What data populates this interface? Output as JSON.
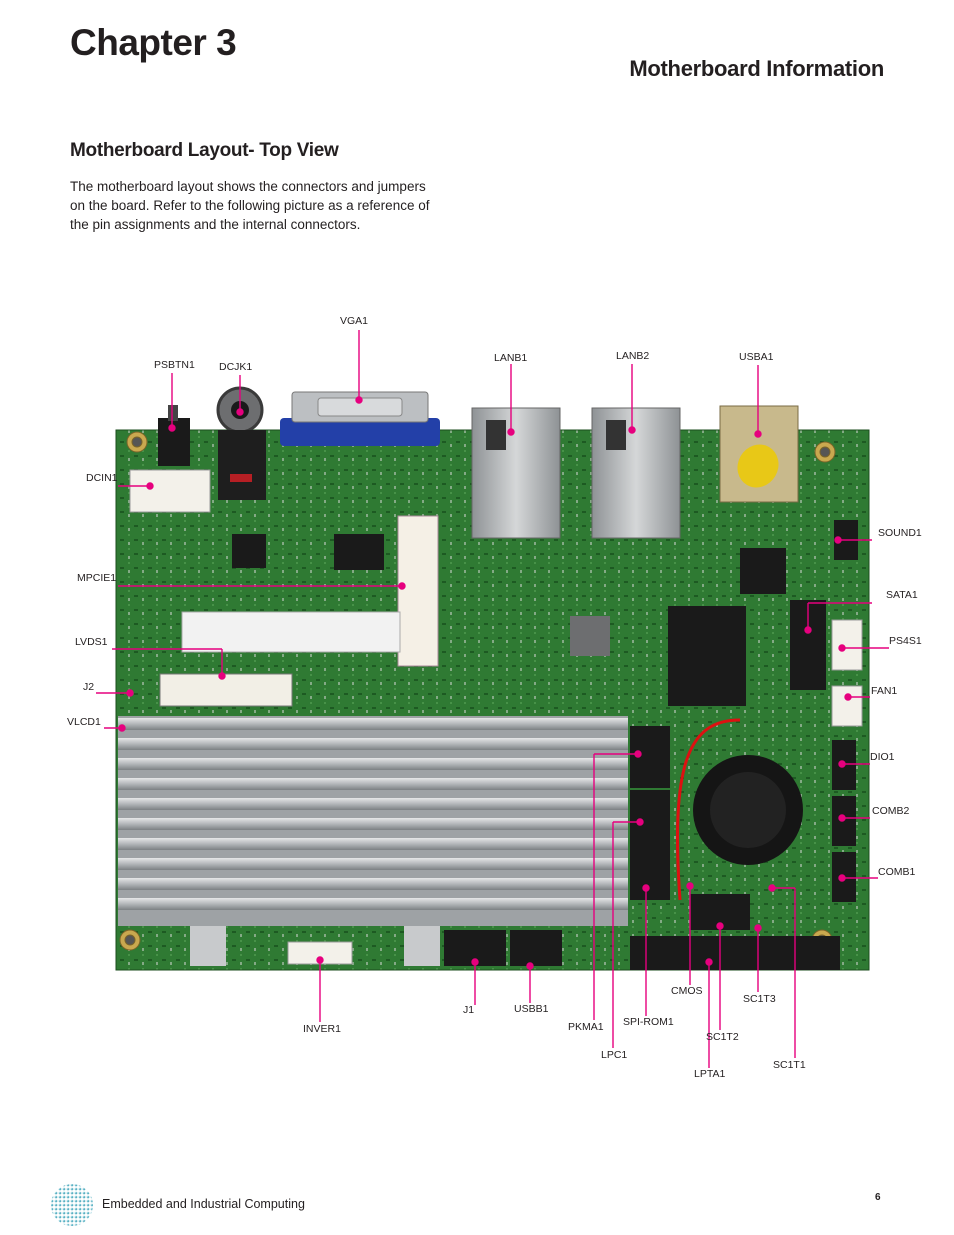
{
  "header": {
    "chapter": "Chapter 3",
    "section_title": "Motherboard Information"
  },
  "content": {
    "subheading": "Motherboard Layout- Top View",
    "paragraph": "The motherboard layout shows the connectors and jumpers on the board. Refer to the following picture as a reference of the pin assignments and the internal connectors."
  },
  "labels": {
    "vga1": "VGA1",
    "psbtn1": "PSBTN1",
    "dcjk1": "DCJK1",
    "lanb1": "LANB1",
    "lanb2": "LANB2",
    "usba1": "USBA1",
    "dcin1": "DCIN1",
    "sound1": "SOUND1",
    "mpcie1": "MPCIE1",
    "sata1": "SATA1",
    "lvds1": "LVDS1",
    "ps4s1": "PS4S1",
    "j2": "J2",
    "fan1": "FAN1",
    "vlcd1": "VLCD1",
    "dio1": "DIO1",
    "comb2": "COMB2",
    "comb1": "COMB1",
    "cmos": "CMOS",
    "sc1t3": "SC1T3",
    "j1": "J1",
    "usbb1": "USBB1",
    "inver1": "INVER1",
    "pkma1": "PKMA1",
    "spi_rom1": "SPI-ROM1",
    "sc1t2": "SC1T2",
    "lpc1": "LPC1",
    "lpta1": "LPTA1",
    "sc1t1": "SC1T1"
  },
  "footer": {
    "company_tagline": "Embedded and Industrial Computing",
    "page_number": "6"
  },
  "colors": {
    "pcb": "#2e7d32",
    "callout": "#e6007e",
    "heatsink": "#b9bcbf"
  }
}
